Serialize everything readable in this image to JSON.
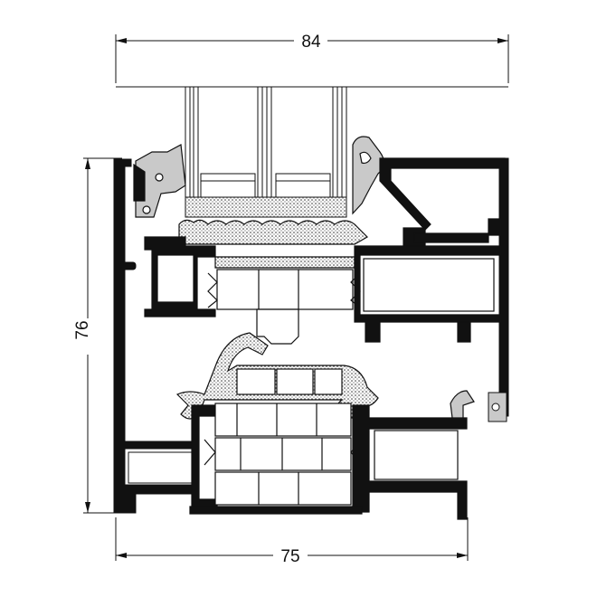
{
  "dimensions": {
    "top_width": "84",
    "left_height": "76",
    "bottom_width": "75"
  },
  "colors": {
    "line": "#111111",
    "profile": "#111111",
    "gasket_fill": "#c9c9c9",
    "background": "#ffffff"
  }
}
